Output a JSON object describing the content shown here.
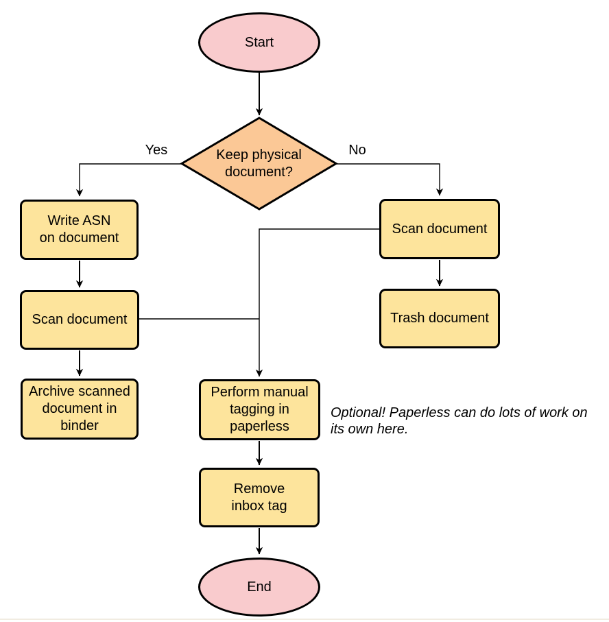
{
  "diagram": {
    "type": "flowchart",
    "colors": {
      "background": "#ffffff",
      "terminal_fill": "#f9cbcd",
      "decision_fill": "#fbc896",
      "process_fill": "#fde49c",
      "shape_stroke": "#000000",
      "connector": "#000000",
      "text": "#000000",
      "bottom_border": "#f1ece1"
    },
    "nodes": {
      "start": {
        "label": "Start",
        "shape": "ellipse"
      },
      "decision": {
        "label": "Keep physical\ndocument?",
        "shape": "diamond"
      },
      "write_asn": {
        "label": "Write ASN\non document",
        "shape": "rect"
      },
      "scan_left": {
        "label": "Scan document",
        "shape": "rect"
      },
      "archive": {
        "label": "Archive scanned\ndocument in\nbinder",
        "shape": "rect"
      },
      "scan_right": {
        "label": "Scan document",
        "shape": "rect"
      },
      "trash": {
        "label": "Trash document",
        "shape": "rect"
      },
      "tagging": {
        "label": "Perform manual\ntagging in\npaperless",
        "shape": "rect"
      },
      "remove_inbox": {
        "label": "Remove\ninbox tag",
        "shape": "rect"
      },
      "end": {
        "label": "End",
        "shape": "ellipse"
      }
    },
    "edge_labels": {
      "yes": "Yes",
      "no": "No"
    },
    "annotation": {
      "text": "Optional! Paperless can do lots of work on\nits own here."
    }
  }
}
